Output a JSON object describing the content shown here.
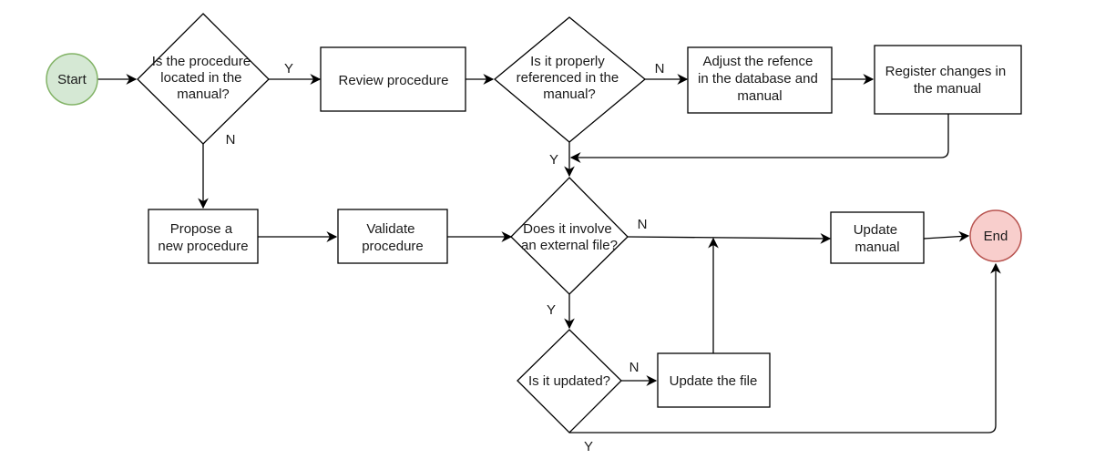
{
  "colors": {
    "start_fill": "#d5e8d4",
    "start_stroke": "#82b366",
    "end_fill": "#f8cecc",
    "end_stroke": "#b85450",
    "line": "#000000"
  },
  "nodes": {
    "start": {
      "label": "Start"
    },
    "is_located": {
      "lines": [
        "Is the procedure",
        "located in the",
        "manual?"
      ]
    },
    "review": {
      "lines": [
        "Review procedure"
      ]
    },
    "is_referenced": {
      "lines": [
        "Is it properly",
        "referenced in the",
        "manual?"
      ]
    },
    "adjust": {
      "lines": [
        "Adjust the refence",
        "in the database and",
        "manual"
      ]
    },
    "register": {
      "lines": [
        "Register changes in",
        "the manual"
      ]
    },
    "propose": {
      "lines": [
        "Propose a",
        "new procedure"
      ]
    },
    "validate": {
      "lines": [
        "Validate",
        "procedure"
      ]
    },
    "external": {
      "lines": [
        "Does it involve",
        "an external file?"
      ]
    },
    "update_manual": {
      "lines": [
        "Update",
        "manual"
      ]
    },
    "end": {
      "label": "End"
    },
    "is_updated": {
      "lines": [
        "Is it updated?"
      ]
    },
    "update_file": {
      "lines": [
        "Update the file"
      ]
    }
  },
  "edge_labels": {
    "located_yes": "Y",
    "located_no": "N",
    "referenced_no": "N",
    "referenced_yes": "Y",
    "external_no": "N",
    "external_yes": "Y",
    "updated_no": "N",
    "updated_yes": "Y"
  }
}
